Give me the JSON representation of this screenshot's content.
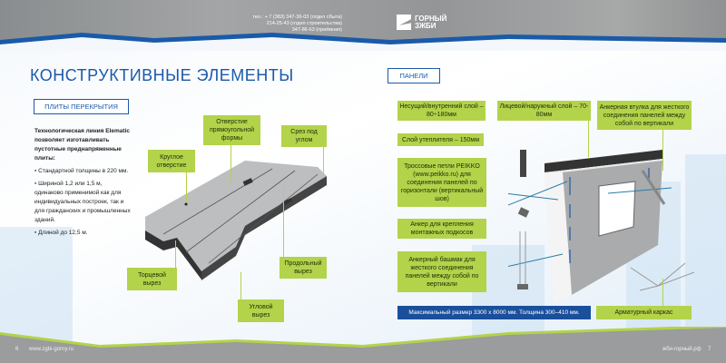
{
  "header": {
    "phones": [
      "тел.: + 7 (383) 347-36-03 (отдел сбыта)",
      "214-25-43 (отдел строительства)",
      "347-86-63 (приёмная)"
    ],
    "logo_text": [
      "ГОРНЫЙ",
      "ЗЖБИ"
    ]
  },
  "left": {
    "title": "КОНСТРУКТИВНЫЕ ЭЛЕМЕНТЫ",
    "section": "ПЛИТЫ ПЕРЕКРЫТИЯ",
    "intro": "Технологическая линия Elematic позволяет изготавливать пустотные преднапряженные плиты:",
    "bullets": [
      "Стандартной толщины в 220 мм.",
      "Шириной 1,2 или 1,5 м, одинаково применимой как для индивидуальных построек, так и для гражданских и промышленных зданий.",
      "Длиной до 12,5 м."
    ],
    "labels": {
      "rect_hole": "Отверстие прямоугольной формы",
      "angle_cut": "Срез под углом",
      "round_hole": "Круглое отверстие",
      "end_cut": "Торцевой вырез",
      "long_cut": "Продольный вырез",
      "corner_cut": "Угловой вырез"
    },
    "page_number": "6",
    "site": "www.zgbi-gorny.ru"
  },
  "right": {
    "section": "ПАНЕЛИ",
    "labels": {
      "inner_layer": "Несущий/внутренний слой – 80÷180мм",
      "outer_layer": "Лицевой/наружный слой – 70-80мм",
      "anchor_sleeve": "Анкерная втулка для жесткого соединения панелей между собой по вертикали",
      "insulation": "Слой утеплителя – 150мм",
      "peikko": "Тросcовые петли PEIKKO (www.peikko.ru) для соединения панелей по горизонтали (вертикальный шов)",
      "brace_anchor": "Анкер для крепления монтажных подкосов",
      "anchor_shoe": "Анкерный башмак для жесткого соединения панелей между собой по вертикали",
      "rebar": "Арматурный каркас"
    },
    "max_size": "Максимальный размер 3300 х 8000 мм. Толщина 300–410 мм.",
    "page_number": "7",
    "site": "жби-горный.рф"
  },
  "colors": {
    "blue": "#1a5aa8",
    "green": "#b3d34a"
  }
}
